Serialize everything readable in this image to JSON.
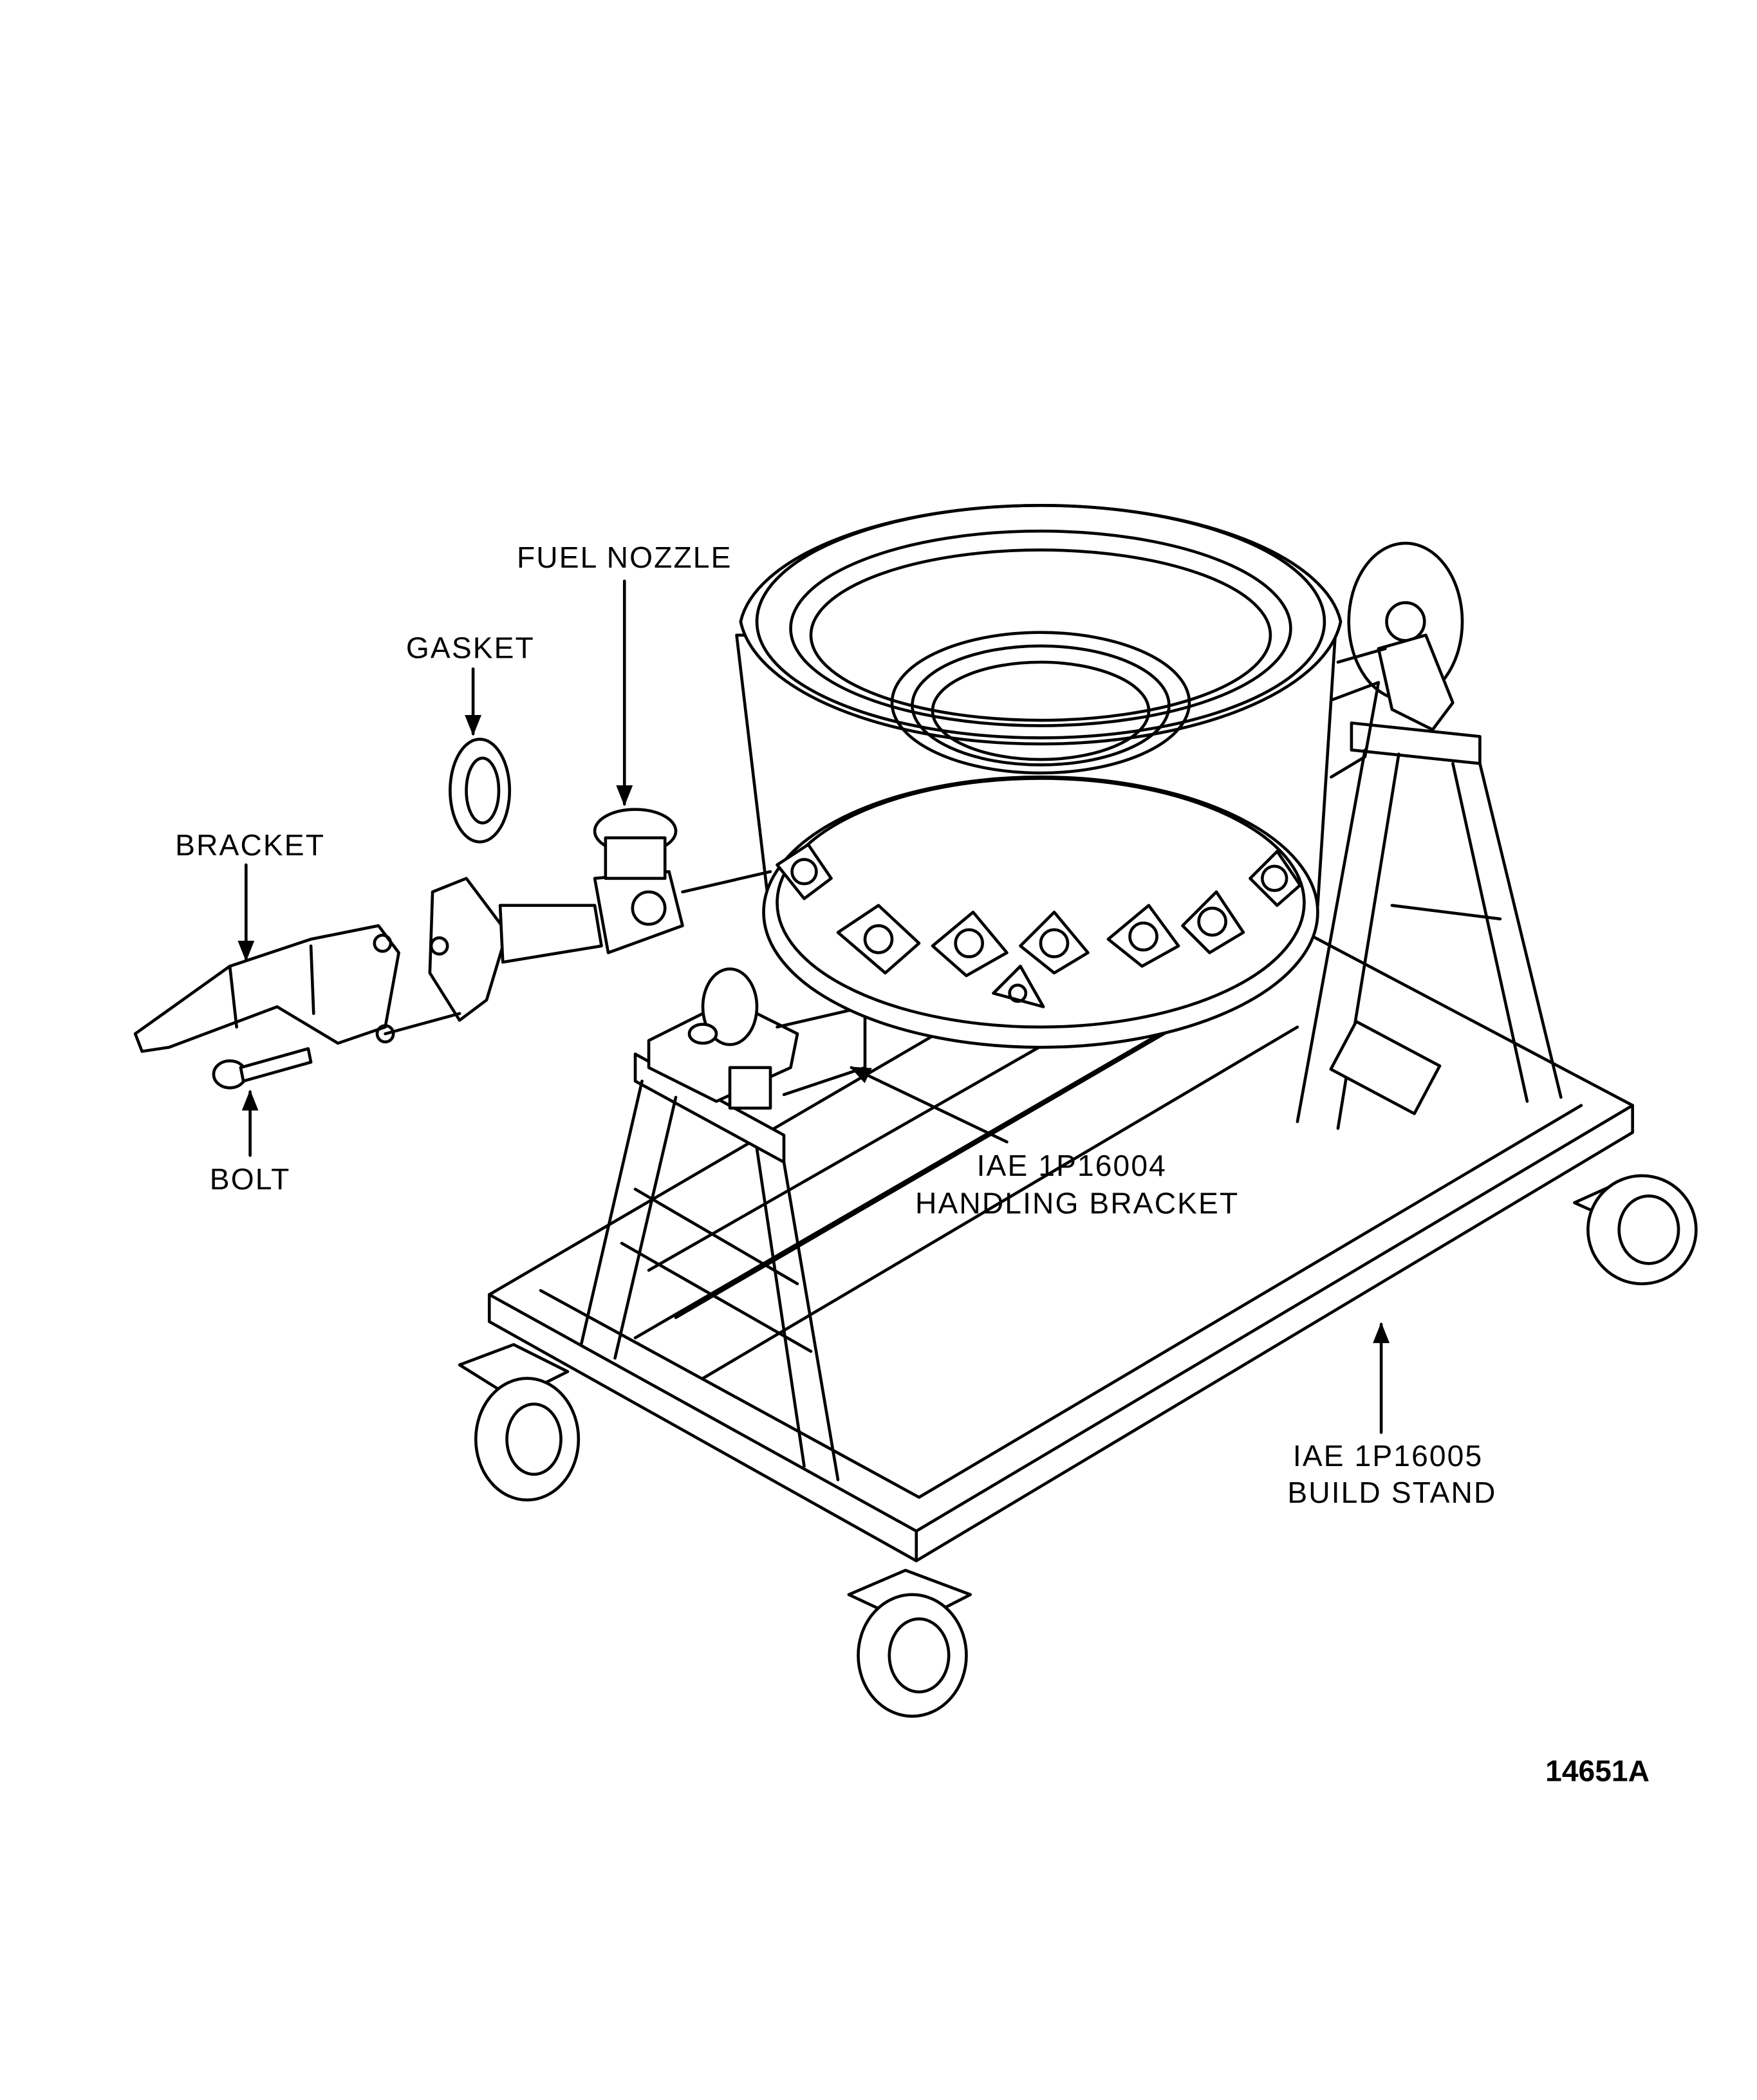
{
  "labels": {
    "fuel_nozzle": "FUEL NOZZLE",
    "gasket": "GASKET",
    "bracket": "BRACKET",
    "bolt": "BOLT",
    "handling_bracket_part": "IAE 1P16004",
    "handling_bracket_name": "HANDLING BRACKET",
    "build_stand_part": "IAE 1P16005",
    "build_stand_name": "BUILD STAND"
  },
  "figure_number": "14651A"
}
